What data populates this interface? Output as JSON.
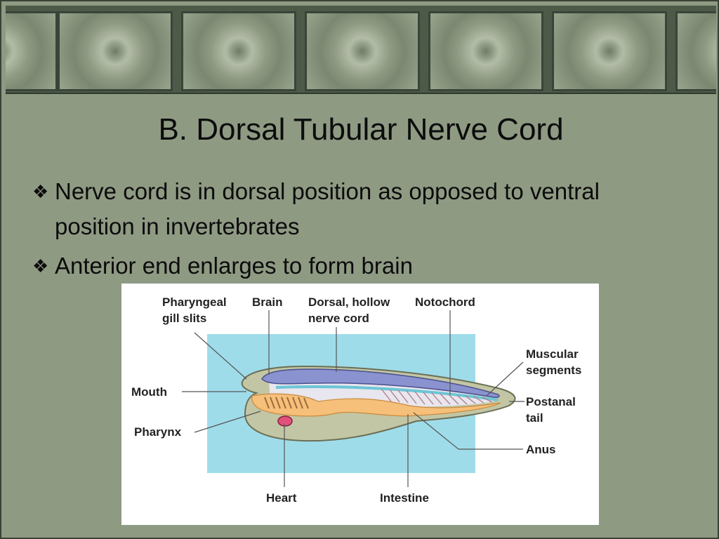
{
  "slide": {
    "title": "B.  Dorsal Tubular Nerve Cord",
    "bullet_symbol": "❖",
    "bullets": [
      "Nerve cord is in dorsal position as opposed to ventral position in invertebrates",
      "Anterior end enlarges to form brain"
    ]
  },
  "diagram": {
    "labels": {
      "pharyngeal_gill_slits": [
        "Pharyngeal",
        "gill slits"
      ],
      "brain": "Brain",
      "dorsal_hollow_nerve_cord": [
        "Dorsal, hollow",
        "nerve cord"
      ],
      "notochord": "Notochord",
      "muscular_segments": [
        "Muscular",
        "segments"
      ],
      "mouth": "Mouth",
      "postanal_tail": [
        "Postanal",
        "tail"
      ],
      "pharynx": "Pharynx",
      "anus": "Anus",
      "heart": "Heart",
      "intestine": "Intestine"
    },
    "colors": {
      "background": "#8f9a83",
      "water": "#9fdcea",
      "body": "#c2c6a4",
      "nerve_cord": "#8a93cf",
      "gut": "#f6bf7a",
      "heart": "#e0507a"
    }
  }
}
